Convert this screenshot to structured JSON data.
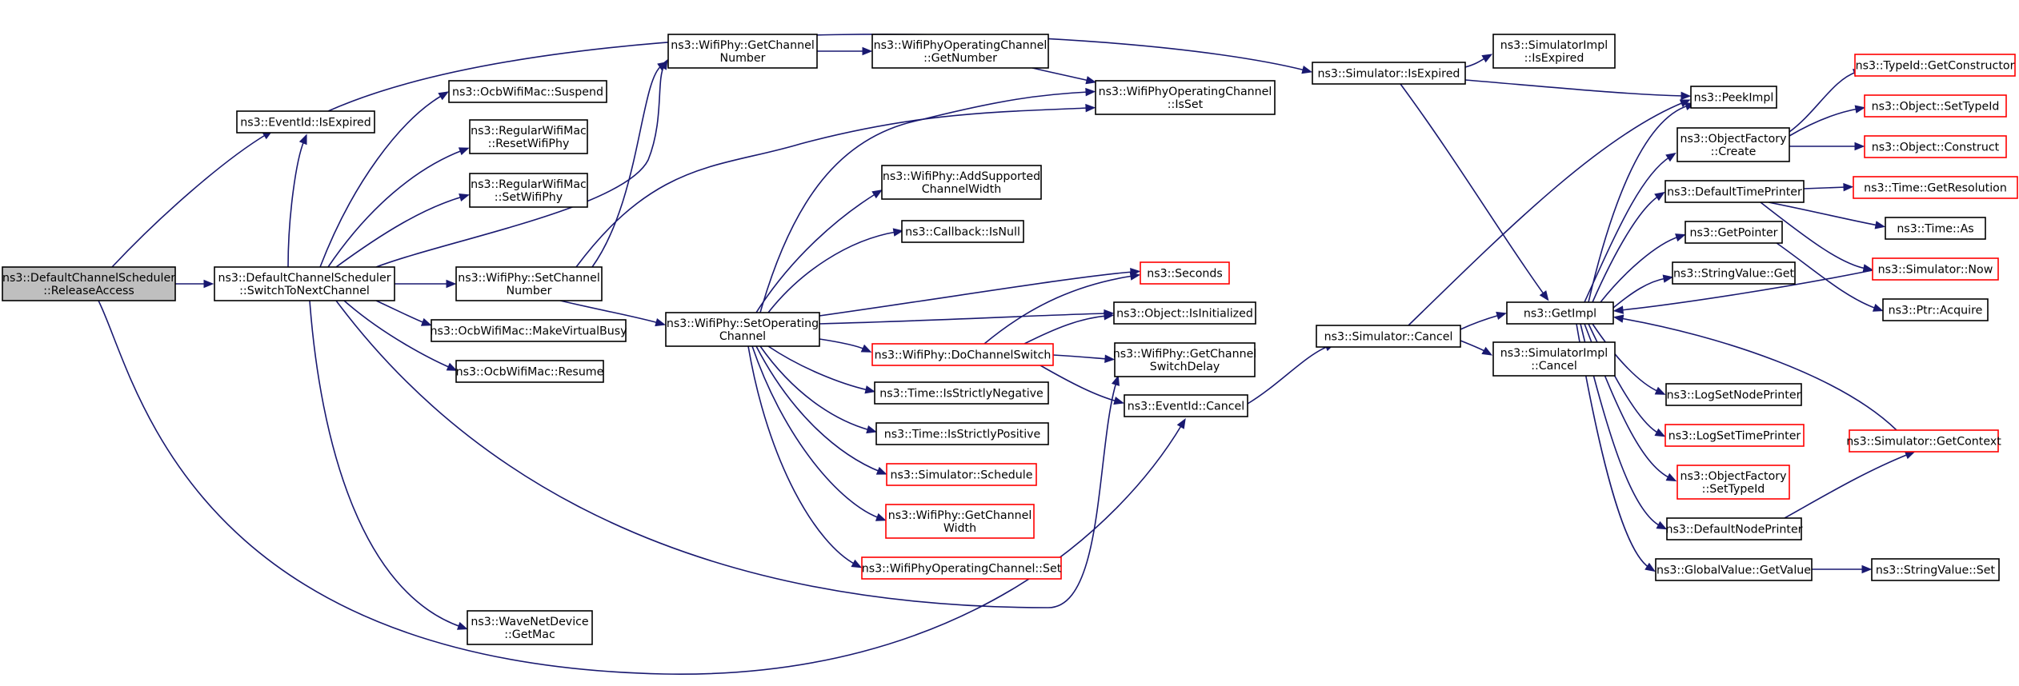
{
  "nodes": {
    "root": {
      "lines": [
        "ns3::DefaultChannelScheduler",
        "::ReleaseAccess"
      ],
      "red": false,
      "root": true
    },
    "switch": {
      "lines": [
        "ns3::DefaultChannelScheduler",
        "::SwitchToNextChannel"
      ],
      "red": false
    },
    "eid_isexp": {
      "lines": [
        "ns3::EventId::IsExpired"
      ],
      "red": false
    },
    "ocb_suspend": {
      "lines": [
        "ns3::OcbWifiMac::Suspend"
      ],
      "red": false
    },
    "reg_reset": {
      "lines": [
        "ns3::RegularWifiMac",
        "::ResetWifiPhy"
      ],
      "red": false
    },
    "reg_set": {
      "lines": [
        "ns3::RegularWifiMac",
        "::SetWifiPhy"
      ],
      "red": false
    },
    "setchnum": {
      "lines": [
        "ns3::WifiPhy::SetChannel",
        "Number"
      ],
      "red": false
    },
    "ocb_busy": {
      "lines": [
        "ns3::OcbWifiMac::MakeVirtualBusy"
      ],
      "red": false
    },
    "ocb_resume": {
      "lines": [
        "ns3::OcbWifiMac::Resume"
      ],
      "red": false
    },
    "wave_getmac": {
      "lines": [
        "ns3::WaveNetDevice",
        "::GetMac"
      ],
      "red": false
    },
    "getchnum": {
      "lines": [
        "ns3::WifiPhy::GetChannel",
        "Number"
      ],
      "red": false
    },
    "setopch": {
      "lines": [
        "ns3::WifiPhy::SetOperating",
        "Channel"
      ],
      "red": false
    },
    "opch_getnum": {
      "lines": [
        "ns3::WifiPhyOperatingChannel",
        "::GetNumber"
      ],
      "red": false
    },
    "opch_isset": {
      "lines": [
        "ns3::WifiPhyOperatingChannel",
        "::IsSet"
      ],
      "red": false
    },
    "addsup": {
      "lines": [
        "ns3::WifiPhy::AddSupported",
        "ChannelWidth"
      ],
      "red": false
    },
    "cb_isnull": {
      "lines": [
        "ns3::Callback::IsNull"
      ],
      "red": false
    },
    "seconds": {
      "lines": [
        "ns3::Seconds"
      ],
      "red": true
    },
    "obj_isinit": {
      "lines": [
        "ns3::Object::IsInitialized"
      ],
      "red": false
    },
    "dochsw": {
      "lines": [
        "ns3::WifiPhy::DoChannelSwitch"
      ],
      "red": true
    },
    "getchswd": {
      "lines": [
        "ns3::WifiPhy::GetChannel",
        "SwitchDelay"
      ],
      "red": false
    },
    "eid_cancel": {
      "lines": [
        "ns3::EventId::Cancel"
      ],
      "red": false
    },
    "time_neg": {
      "lines": [
        "ns3::Time::IsStrictlyNegative"
      ],
      "red": false
    },
    "time_pos": {
      "lines": [
        "ns3::Time::IsStrictlyPositive"
      ],
      "red": false
    },
    "sim_sched": {
      "lines": [
        "ns3::Simulator::Schedule"
      ],
      "red": true
    },
    "getchw": {
      "lines": [
        "ns3::WifiPhy::GetChannel",
        "Width"
      ],
      "red": true
    },
    "opch_set": {
      "lines": [
        "ns3::WifiPhyOperatingChannel::Set"
      ],
      "red": true
    },
    "sim_isexp": {
      "lines": [
        "ns3::Simulator::IsExpired"
      ],
      "red": false
    },
    "simimpl_isexp": {
      "lines": [
        "ns3::SimulatorImpl",
        "::IsExpired"
      ],
      "red": false
    },
    "sim_cancel": {
      "lines": [
        "ns3::Simulator::Cancel"
      ],
      "red": false
    },
    "simimpl_cancel": {
      "lines": [
        "ns3::SimulatorImpl",
        "::Cancel"
      ],
      "red": false
    },
    "peekimpl": {
      "lines": [
        "ns3::PeekImpl"
      ],
      "red": false
    },
    "getimpl": {
      "lines": [
        "ns3::GetImpl"
      ],
      "red": false
    },
    "objf_create": {
      "lines": [
        "ns3::ObjectFactory",
        "::Create"
      ],
      "red": false
    },
    "deftimepr": {
      "lines": [
        "ns3::DefaultTimePrinter"
      ],
      "red": false
    },
    "getpointer": {
      "lines": [
        "ns3::GetPointer"
      ],
      "red": false
    },
    "strval_get": {
      "lines": [
        "ns3::StringValue::Get"
      ],
      "red": false
    },
    "logsetnode": {
      "lines": [
        "ns3::LogSetNodePrinter"
      ],
      "red": false
    },
    "logsettime": {
      "lines": [
        "ns3::LogSetTimePrinter"
      ],
      "red": true
    },
    "objf_settid": {
      "lines": [
        "ns3::ObjectFactory",
        "::SetTypeId"
      ],
      "red": true
    },
    "defnodepr": {
      "lines": [
        "ns3::DefaultNodePrinter"
      ],
      "red": false
    },
    "gv_getval": {
      "lines": [
        "ns3::GlobalValue::GetValue"
      ],
      "red": false
    },
    "tid_getctor": {
      "lines": [
        "ns3::TypeId::GetConstructor"
      ],
      "red": true
    },
    "obj_settid": {
      "lines": [
        "ns3::Object::SetTypeId"
      ],
      "red": true
    },
    "obj_construct": {
      "lines": [
        "ns3::Object::Construct"
      ],
      "red": true
    },
    "time_getres": {
      "lines": [
        "ns3::Time::GetResolution"
      ],
      "red": true
    },
    "time_as": {
      "lines": [
        "ns3::Time::As"
      ],
      "red": false
    },
    "sim_now": {
      "lines": [
        "ns3::Simulator::Now"
      ],
      "red": true
    },
    "ptr_acquire": {
      "lines": [
        "ns3::Ptr::Acquire"
      ],
      "red": false
    },
    "sim_getctx": {
      "lines": [
        "ns3::Simulator::GetContext"
      ],
      "red": true
    },
    "strval_set": {
      "lines": [
        "ns3::StringValue::Set"
      ],
      "red": false
    }
  }
}
